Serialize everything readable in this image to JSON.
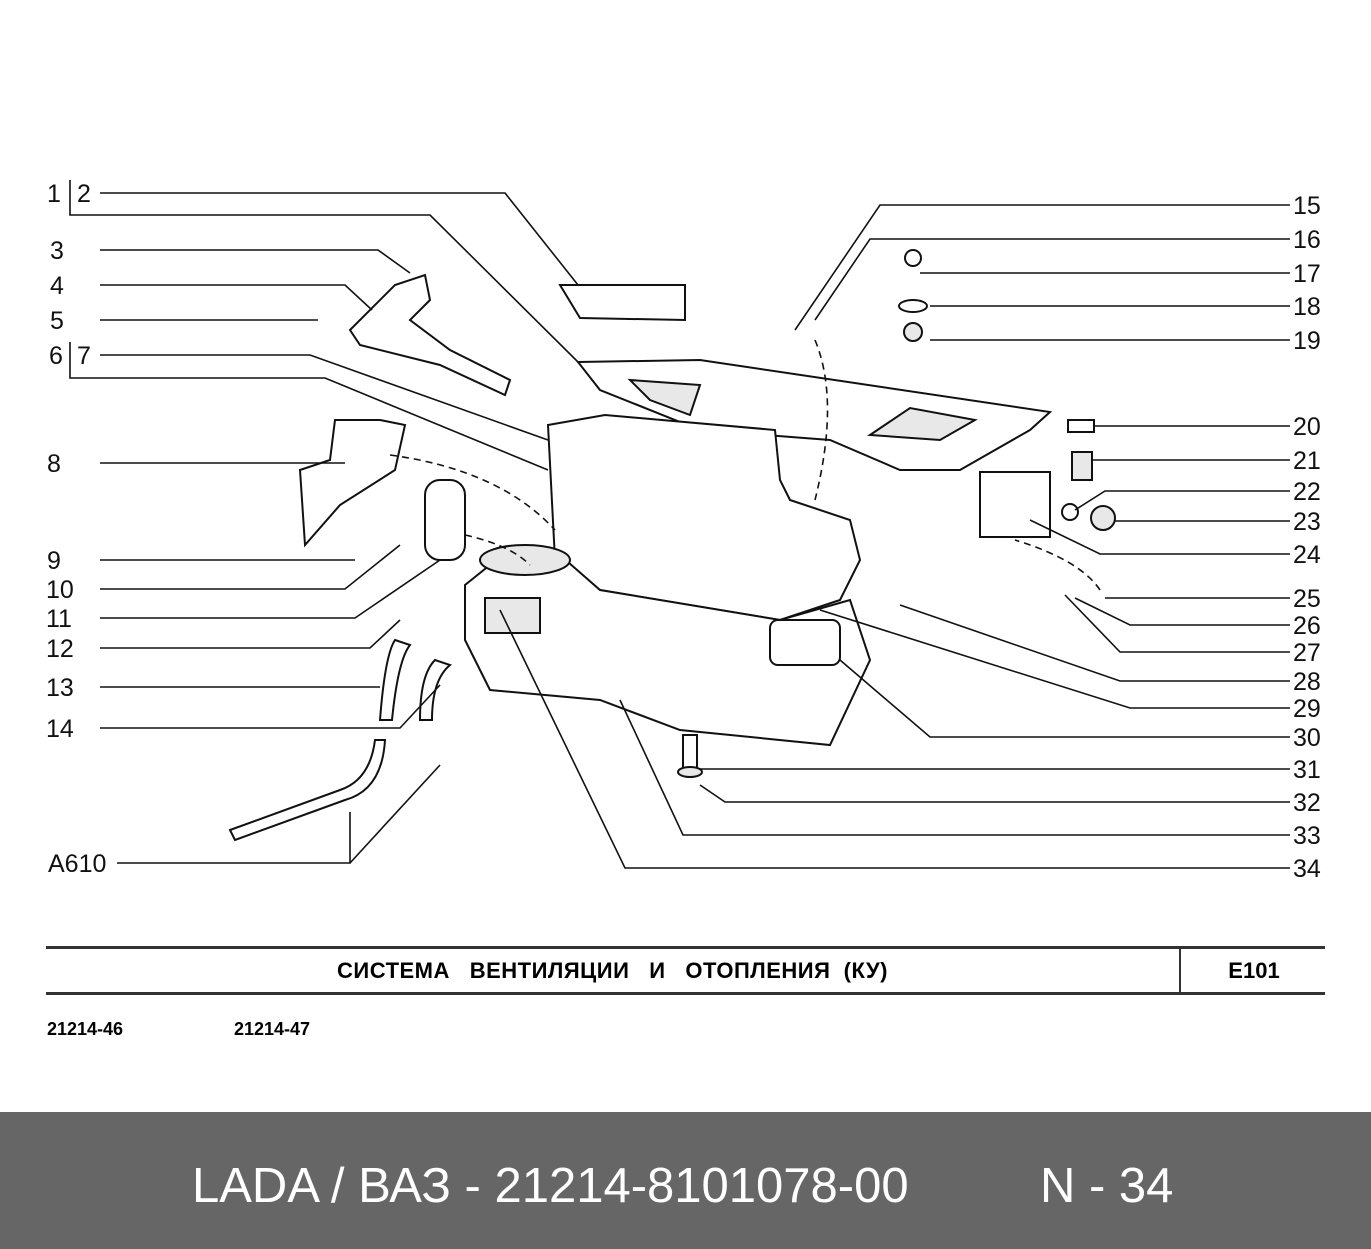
{
  "callouts_left": [
    "1",
    "2",
    "3",
    "4",
    "5",
    "6",
    "7",
    "8",
    "9",
    "10",
    "11",
    "12",
    "13",
    "14",
    "A610"
  ],
  "callouts_right": [
    "15",
    "16",
    "17",
    "18",
    "19",
    "20",
    "21",
    "22",
    "23",
    "24",
    "25",
    "26",
    "27",
    "28",
    "29",
    "30",
    "31",
    "32",
    "33",
    "34"
  ],
  "title": "СИСТЕМА   ВЕНТИЛЯЦИИ   И   ОТОПЛЕНИЯ  (КУ)",
  "section_code": "E101",
  "models": [
    "21214-46",
    "21214-47"
  ],
  "footer": {
    "part_number": "LADA / ВАЗ - 21214-8101078-00",
    "page": "N - 34"
  }
}
